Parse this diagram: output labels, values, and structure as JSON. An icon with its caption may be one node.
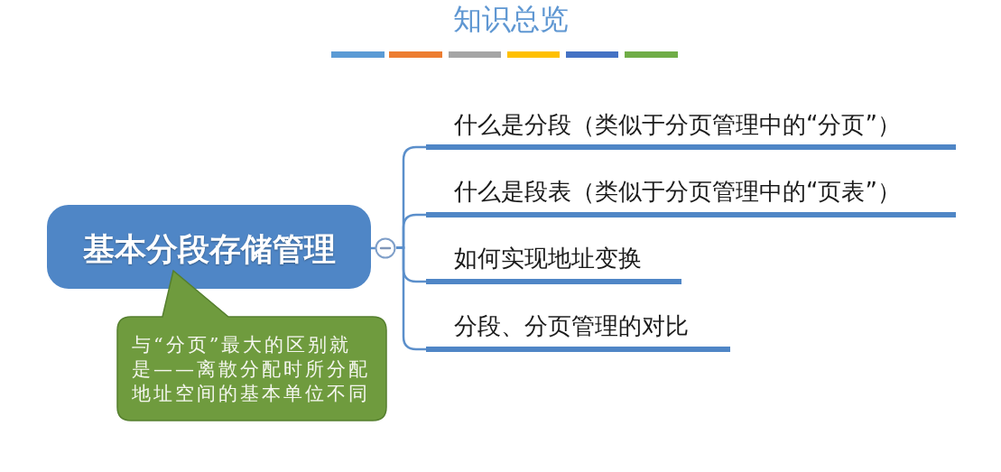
{
  "diagram": {
    "title": "知识总览",
    "nodes": [
      {
        "text": [
          "基本分段存储管理"
        ]
      },
      {
        "text": [
          "什么是分段（类似于分页管理中的“分页”）"
        ]
      },
      {
        "text": [
          "什么是段表（类似于分页管理中的“页表”）"
        ]
      },
      {
        "text": [
          "如何实现地址变换"
        ]
      },
      {
        "text": [
          "分段、分页管理的对比"
        ]
      },
      {
        "text": [
          "与“分页”最大的区别就是——离散分配时所分配地址空间的基本单位不同"
        ]
      }
    ],
    "edges": [
      {
        "from": 0,
        "to": 1,
        "arrow": "none"
      },
      {
        "from": 0,
        "to": 2,
        "arrow": "none"
      },
      {
        "from": 0,
        "to": 3,
        "arrow": "none"
      },
      {
        "from": 0,
        "to": 4,
        "arrow": "none"
      }
    ]
  }
}
